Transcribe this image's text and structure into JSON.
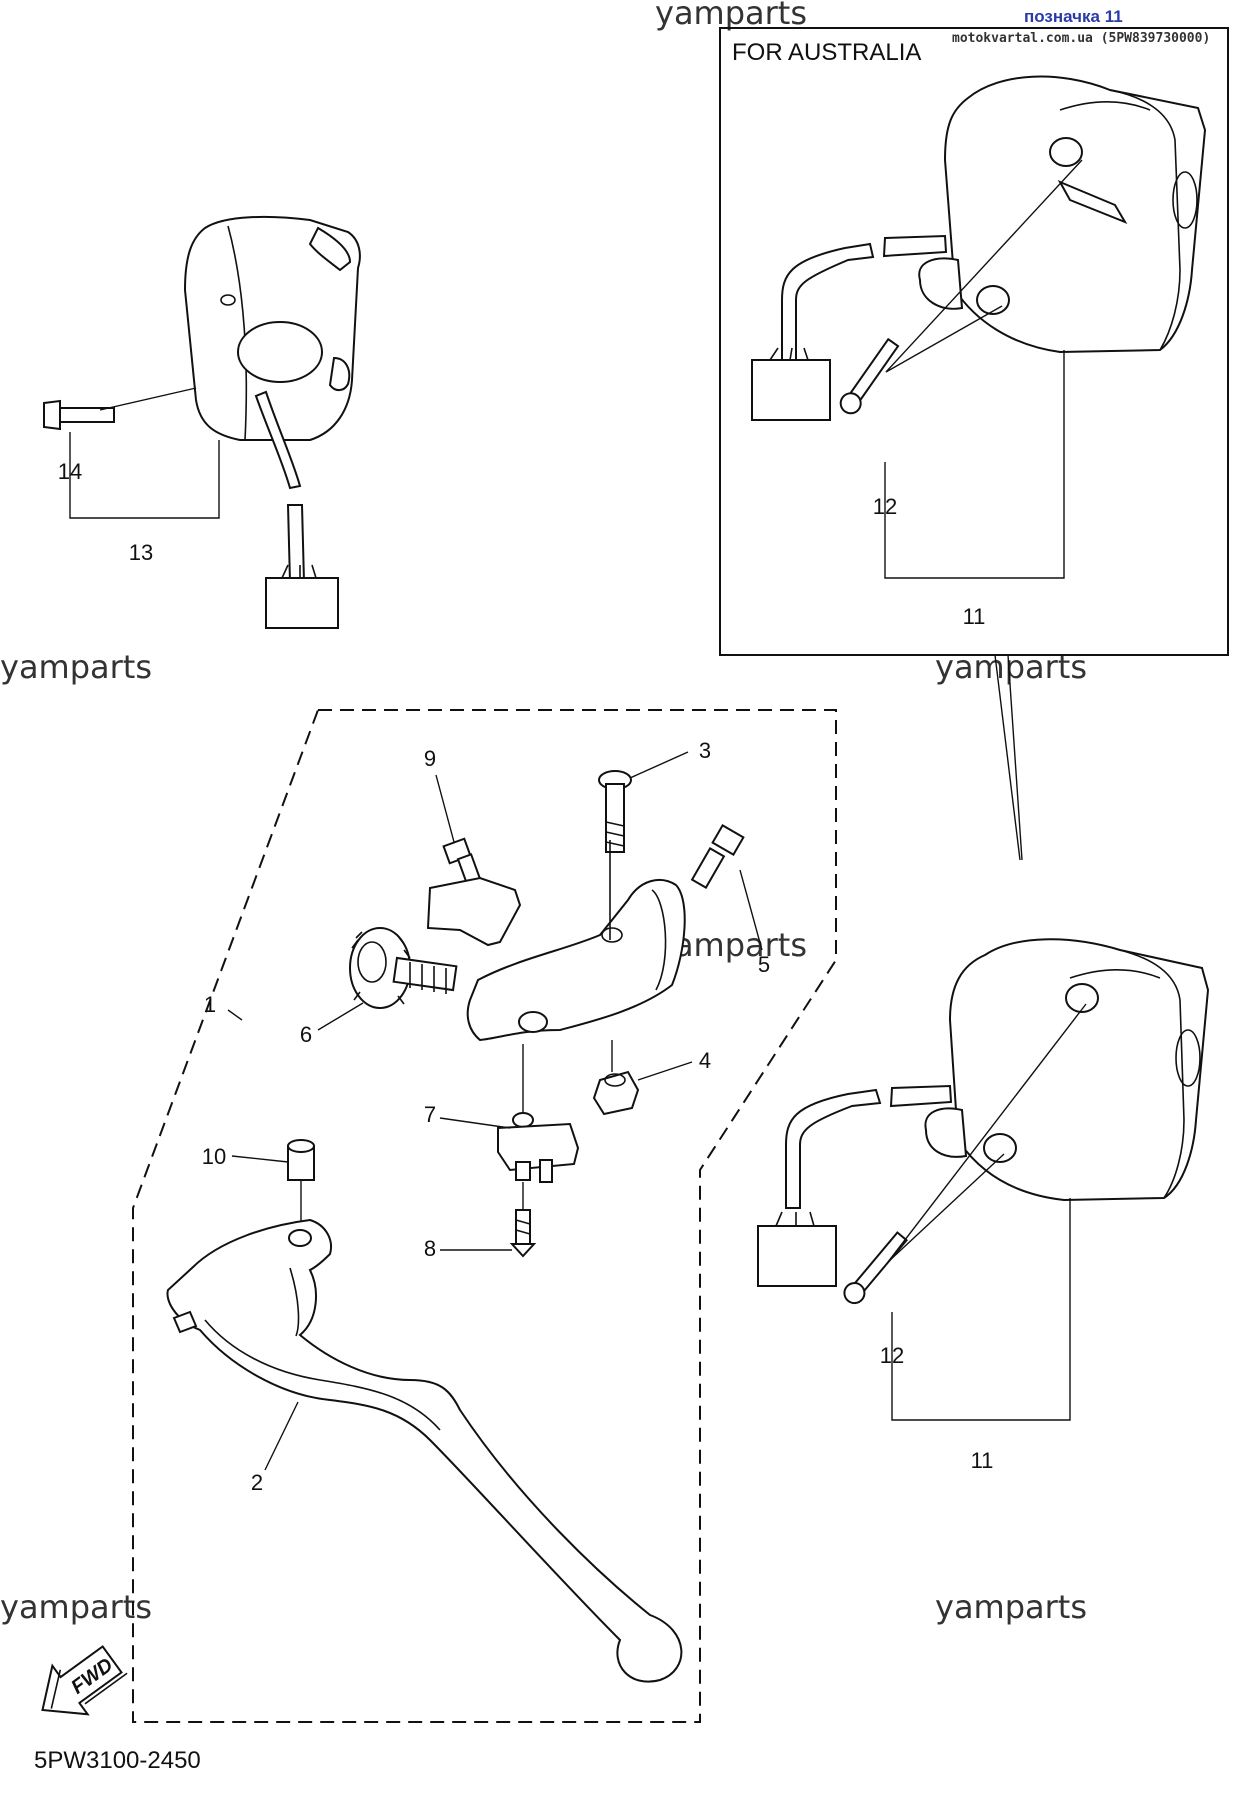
{
  "header": {
    "label": "позначка 11",
    "source": "motokvartal.com.ua (5PW839730000)",
    "label_color": "#2a3aa8"
  },
  "watermark": "yamparts",
  "inset_title": "FOR AUSTRALIA",
  "fwd_label": "FWD",
  "diagram_code": "5PW3100-2450",
  "callouts": {
    "c1": "1",
    "c2": "2",
    "c3": "3",
    "c4": "4",
    "c5": "5",
    "c6": "6",
    "c7": "7",
    "c8": "8",
    "c9": "9",
    "c10": "10",
    "c11a": "11",
    "c11b": "11",
    "c12a": "12",
    "c12b": "12",
    "c13": "13",
    "c14": "14"
  }
}
